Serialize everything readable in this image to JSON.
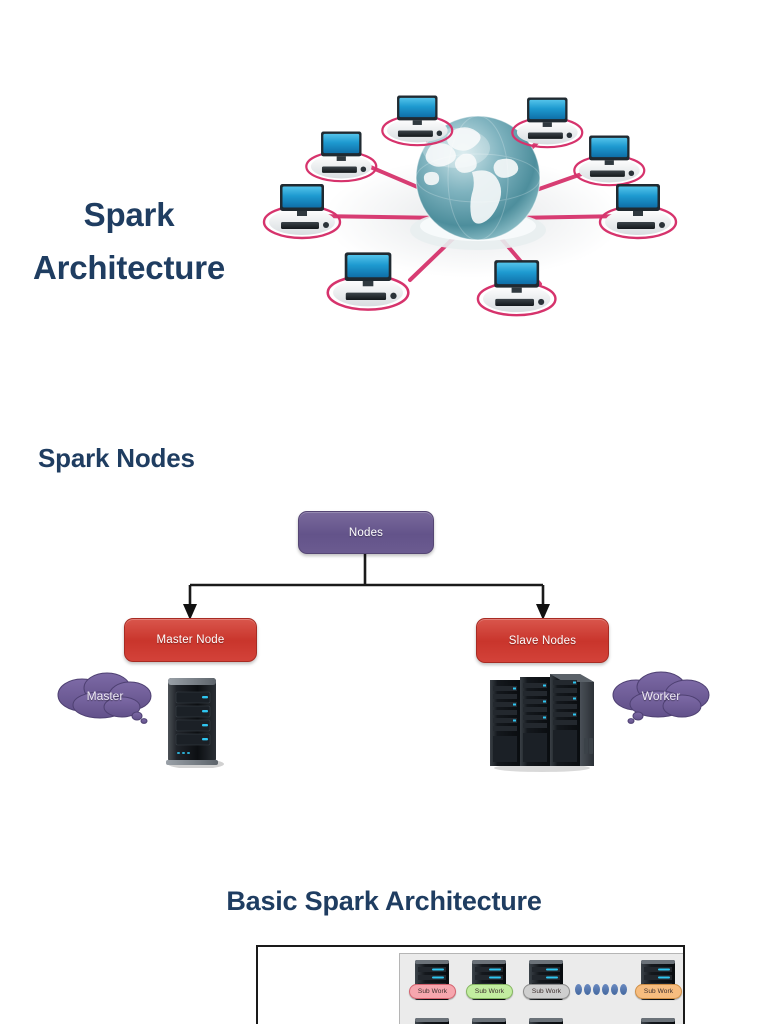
{
  "slide_title": {
    "line1": "Spark",
    "line2": "Architecture"
  },
  "network_graphic": {
    "name": "network-of-computers-around-globe",
    "center_icon": "globe-icon",
    "node_count": 8,
    "node_icon": "desktop-computer-icon",
    "link_color": "#d6336c",
    "globe_color": "#6fa8b4"
  },
  "sections": {
    "spark_nodes": {
      "heading": "Spark Nodes",
      "tree": {
        "root": {
          "label": "Nodes",
          "color": "#6b5b90"
        },
        "children": [
          {
            "label": "Master Node",
            "color": "#cf3b33"
          },
          {
            "label": "Slave Nodes",
            "color": "#cf3b33"
          }
        ]
      },
      "master": {
        "cloud_label": "Master",
        "cloud_color": "#6f5c96",
        "icon": "server-tower-icon"
      },
      "slave": {
        "cloud_label": "Worker",
        "cloud_color": "#6f5c96",
        "icon": "server-rack-cluster-icon"
      }
    },
    "basic_architecture": {
      "heading": "Basic Spark Architecture",
      "workers": [
        {
          "label": "Sub Work",
          "fill": "#f6a6ae",
          "stroke": "#d4636f"
        },
        {
          "label": "Sub Work",
          "fill": "#c2eda0",
          "stroke": "#86b662"
        },
        {
          "label": "Sub Work",
          "fill": "#cfcfcf",
          "stroke": "#8d8d8d"
        },
        {
          "label": "Sub Work",
          "fill": "#f7bd7f",
          "stroke": "#cf8f46"
        }
      ],
      "ellipsis_dots": 6,
      "dot_color": "#44689f"
    }
  },
  "theme": {
    "heading_color": "#1f3d61",
    "background": "#ffffff",
    "purple": "#6b5b90",
    "red": "#cf3b33"
  }
}
